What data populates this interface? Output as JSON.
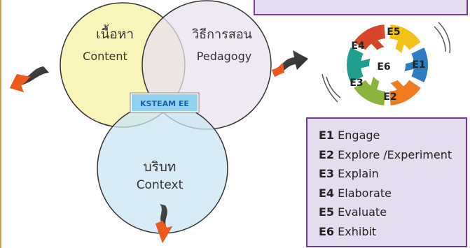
{
  "diagram": {
    "circles": [
      {
        "thai": "เนื้อหา",
        "english": "Content",
        "color": "#f7f3b3"
      },
      {
        "thai": "วิธีการสอน",
        "english": "Pedagogy",
        "color": "#e9e1ef"
      },
      {
        "thai": "บริบท",
        "english": "Context",
        "color": "#cbe6f6"
      }
    ],
    "logo_text": "KSTEAM EE",
    "wheel_labels": [
      "E1",
      "E2",
      "E3",
      "E4",
      "E5",
      "E6"
    ],
    "wheel_colors": [
      "#f2c21b",
      "#2f7cc2",
      "#ef7d1f",
      "#8cb43c",
      "#1d9e8f",
      "#d7462a"
    ]
  },
  "steps": [
    {
      "code": "E1",
      "label": "Engage"
    },
    {
      "code": "E2",
      "label": "Explore /Experiment"
    },
    {
      "code": "E3",
      "label": "Explain"
    },
    {
      "code": "E4",
      "label": "Elaborate"
    },
    {
      "code": "E5",
      "label": "Evaluate"
    },
    {
      "code": "E6",
      "label": "Exhibit"
    }
  ]
}
